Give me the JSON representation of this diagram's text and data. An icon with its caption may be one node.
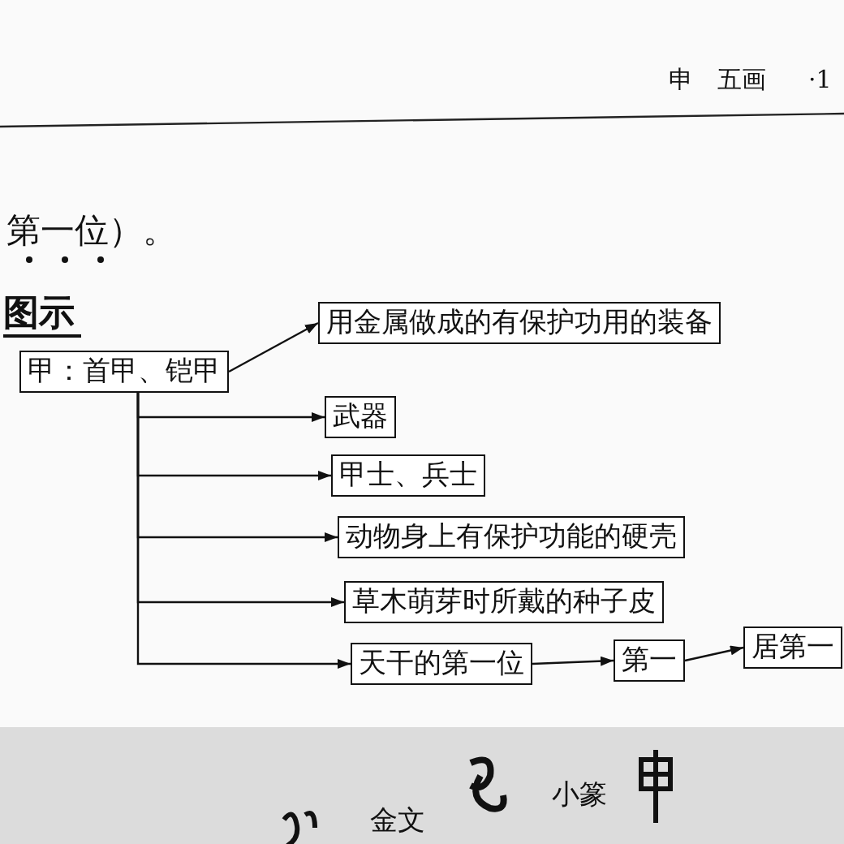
{
  "diagram": {
    "title": "图示",
    "nodes": [
      {
        "text": [
          "甲：首甲、铠甲"
        ]
      },
      {
        "text": [
          "用金属做成的有保护功用的装备"
        ]
      },
      {
        "text": [
          "武器"
        ]
      },
      {
        "text": [
          "甲士、兵士"
        ]
      },
      {
        "text": [
          "动物身上有保护功能的硬壳"
        ]
      },
      {
        "text": [
          "草木萌芽时所戴的种子皮"
        ]
      },
      {
        "text": [
          "天干的第一位"
        ]
      },
      {
        "text": [
          "第一"
        ]
      },
      {
        "text": [
          "居第一"
        ]
      }
    ],
    "edges": [
      {
        "from": 0,
        "to": 1,
        "arrow": "to"
      },
      {
        "from": 0,
        "to": 2,
        "arrow": "to"
      },
      {
        "from": 0,
        "to": 3,
        "arrow": "to"
      },
      {
        "from": 0,
        "to": 4,
        "arrow": "to"
      },
      {
        "from": 0,
        "to": 5,
        "arrow": "to"
      },
      {
        "from": 0,
        "to": 6,
        "arrow": "to"
      },
      {
        "from": 6,
        "to": 7,
        "arrow": "to"
      },
      {
        "from": 7,
        "to": 8,
        "arrow": "to"
      }
    ],
    "labels": [
      "申　五画",
      "·1",
      "第一位）。",
      "金文",
      "小篆"
    ]
  }
}
